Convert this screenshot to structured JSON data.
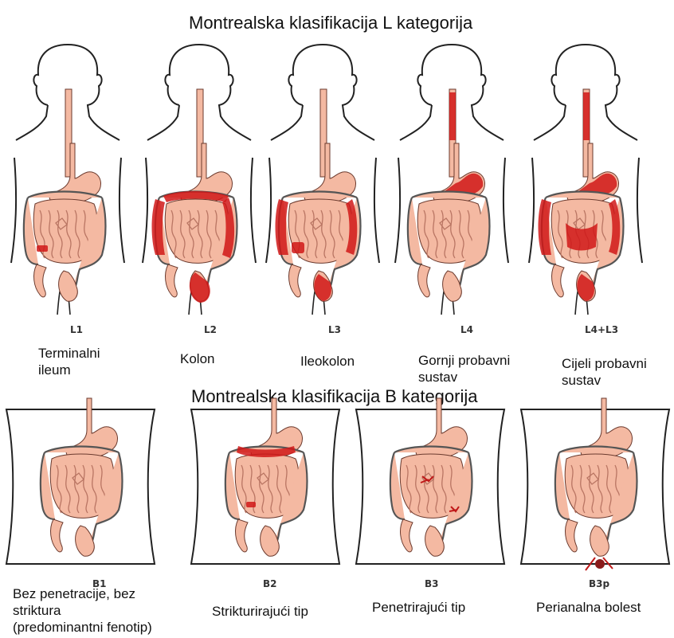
{
  "sections": {
    "l_title": "Montrealska klasifikacija L kategorija",
    "b_title": "Montrealska klasifikacija B kategorija"
  },
  "l_panels": [
    {
      "code": "L1",
      "label_lines": [
        "Terminalni",
        "ileum"
      ]
    },
    {
      "code": "L2",
      "label_lines": [
        "Kolon"
      ]
    },
    {
      "code": "L3",
      "label_lines": [
        "Ileokolon"
      ]
    },
    {
      "code": "L4",
      "label_lines": [
        "Gornji probavni",
        "sustav"
      ]
    },
    {
      "code": "L4+L3",
      "label_lines": [
        "Cijeli probavni",
        "sustav"
      ]
    }
  ],
  "b_panels": [
    {
      "code": "B1",
      "label_lines": [
        "Bez penetracije, bez",
        "striktura",
        "(predominantni fenotip)"
      ]
    },
    {
      "code": "B2",
      "label_lines": [
        "Strikturirajući tip"
      ]
    },
    {
      "code": "B3",
      "label_lines": [
        "Penetrirajući tip"
      ]
    },
    {
      "code": "B3p",
      "label_lines": [
        "Perianalna bolest"
      ]
    }
  ],
  "colors": {
    "tissue": "#f4b9a2",
    "inflammation": "#d01818",
    "outline": "#222222"
  }
}
